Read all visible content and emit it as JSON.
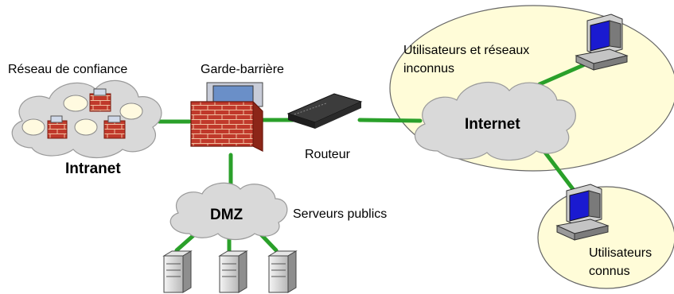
{
  "labels": {
    "trusted_network": "Réseau de confiance",
    "firewall": "Garde-barrière",
    "intranet": "Intranet",
    "router": "Routeur",
    "dmz": "DMZ",
    "public_servers": "Serveurs publics",
    "internet": "Internet",
    "unknown_users_line1": "Utilisateurs et réseaux",
    "unknown_users_line2": "inconnus",
    "known_users_line1": "Utilisateurs",
    "known_users_line2": "connus"
  },
  "colors": {
    "link": "#2aa02a",
    "cloud_fill": "#d9d9d9",
    "zone_fill": "#fffcd8",
    "brick": "#c0392b",
    "monitor_screen": "#1a1ad0"
  },
  "icons": [
    "cloud-icon",
    "firewall-icon",
    "router-icon",
    "server-icon",
    "workstation-icon"
  ]
}
